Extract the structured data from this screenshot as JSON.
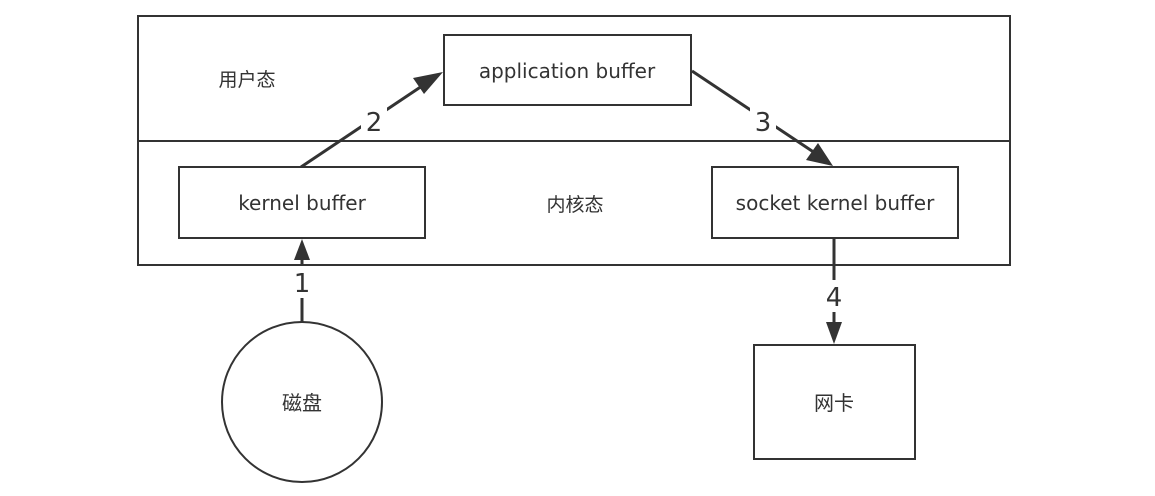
{
  "regions": {
    "user_space": "用户态",
    "kernel_space": "内核态"
  },
  "nodes": {
    "application_buffer": "application buffer",
    "kernel_buffer": "kernel buffer",
    "socket_kernel_buffer": "socket kernel buffer",
    "disk": "磁盘",
    "nic": "网卡"
  },
  "steps": {
    "step1": "1",
    "step2": "2",
    "step3": "3",
    "step4": "4"
  },
  "colors": {
    "stroke": "#333333",
    "background": "#ffffff"
  }
}
